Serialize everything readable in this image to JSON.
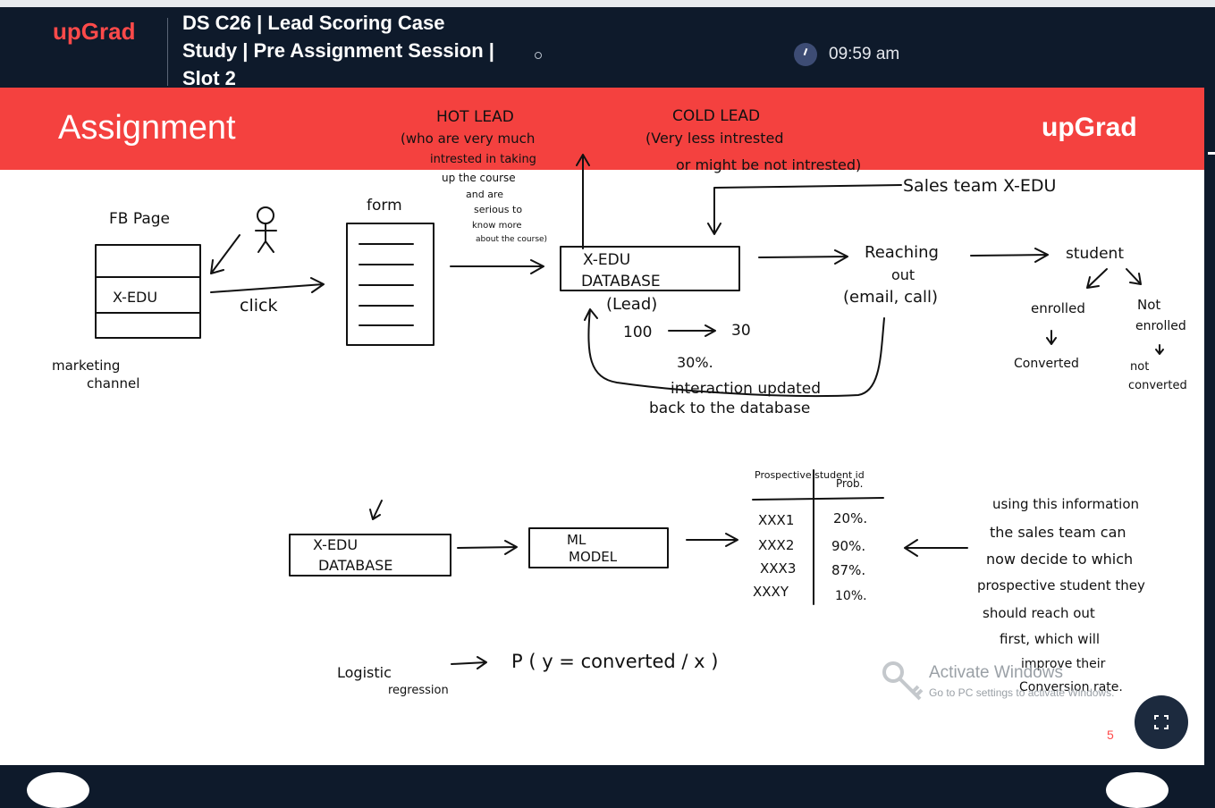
{
  "header": {
    "brand": "upGrad",
    "session_title_lines": [
      "DS C26 | Lead Scoring Case",
      "Study | Pre Assignment Session |",
      "Slot 2"
    ],
    "time": "09:59 am"
  },
  "slide": {
    "title": "Assignment",
    "brand": "upGrad",
    "page_number": "5",
    "banner_color": "#f4413f",
    "annotations": {
      "hot_lead": "HOT LEAD",
      "hot_lead_desc": [
        "(who are very much",
        "intrested in taking",
        "up the course",
        "and are",
        "serious to",
        "know more",
        "about the course)"
      ],
      "cold_lead": "COLD LEAD",
      "cold_lead_desc": [
        "(Very less intrested",
        "or might be not intrested)"
      ],
      "sales_team": "Sales team X-EDU",
      "fb_page": "FB Page",
      "x_edu": "X-EDU",
      "marketing_channel": [
        "marketing",
        "channel"
      ],
      "click": "click",
      "form": "form",
      "database_box": [
        "X-EDU",
        "DATABASE"
      ],
      "lead": "(Lead)",
      "stats": [
        "100",
        "30",
        "30%."
      ],
      "interaction": [
        "interaction updated",
        "back to the database"
      ],
      "reaching_out": [
        "Reaching",
        "out",
        "(email, call)"
      ],
      "student": "student",
      "enrolled": "enrolled",
      "not_enrolled": [
        "Not",
        "enrolled"
      ],
      "converted": "Converted",
      "not_converted": [
        "not",
        "converted"
      ],
      "database_box2": [
        "X-EDU",
        "DATABASE"
      ],
      "ml_model": [
        "ML",
        "MODEL"
      ],
      "table_headers": [
        "Prospective student id",
        "Prob."
      ],
      "table_rows": [
        [
          "XXX1",
          "20%."
        ],
        [
          "XXX2",
          "90%."
        ],
        [
          "XXX3",
          "87%."
        ],
        [
          "XXXY",
          "10%."
        ]
      ],
      "info_note": [
        "using this information",
        "the sales team can",
        "now decide to which",
        "prospective student they",
        "should reach out",
        "first, which will",
        "improve their",
        "Conversion rate."
      ],
      "logistic": [
        "Logistic",
        "regression"
      ],
      "formula": "P ( y = converted / x )"
    },
    "watermark": {
      "title": "Activate Windows",
      "subtitle": "Go to PC settings to activate Windows."
    }
  }
}
